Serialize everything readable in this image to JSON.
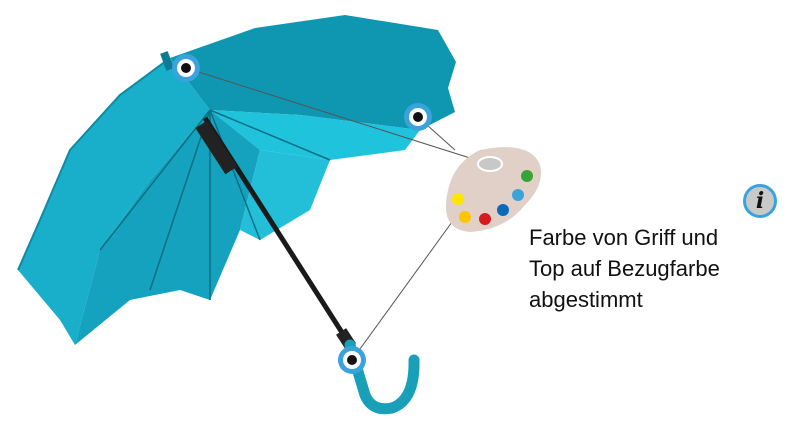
{
  "caption": {
    "lines": [
      "Farbe von Griff und",
      "Top auf Bezugfarbe",
      "abgestimmt"
    ]
  },
  "info_icon": {
    "glyph": "i"
  },
  "colors": {
    "canopy": "#1ab4cf",
    "canopy_dark": "#0f8fa8",
    "marker_ring": "#3aa3dc",
    "palette": "#e0d0c8",
    "paint": [
      "#ffe600",
      "#ffc400",
      "#d71920",
      "#0a6ab8",
      "#3aa3dc",
      "#3aa335"
    ]
  }
}
